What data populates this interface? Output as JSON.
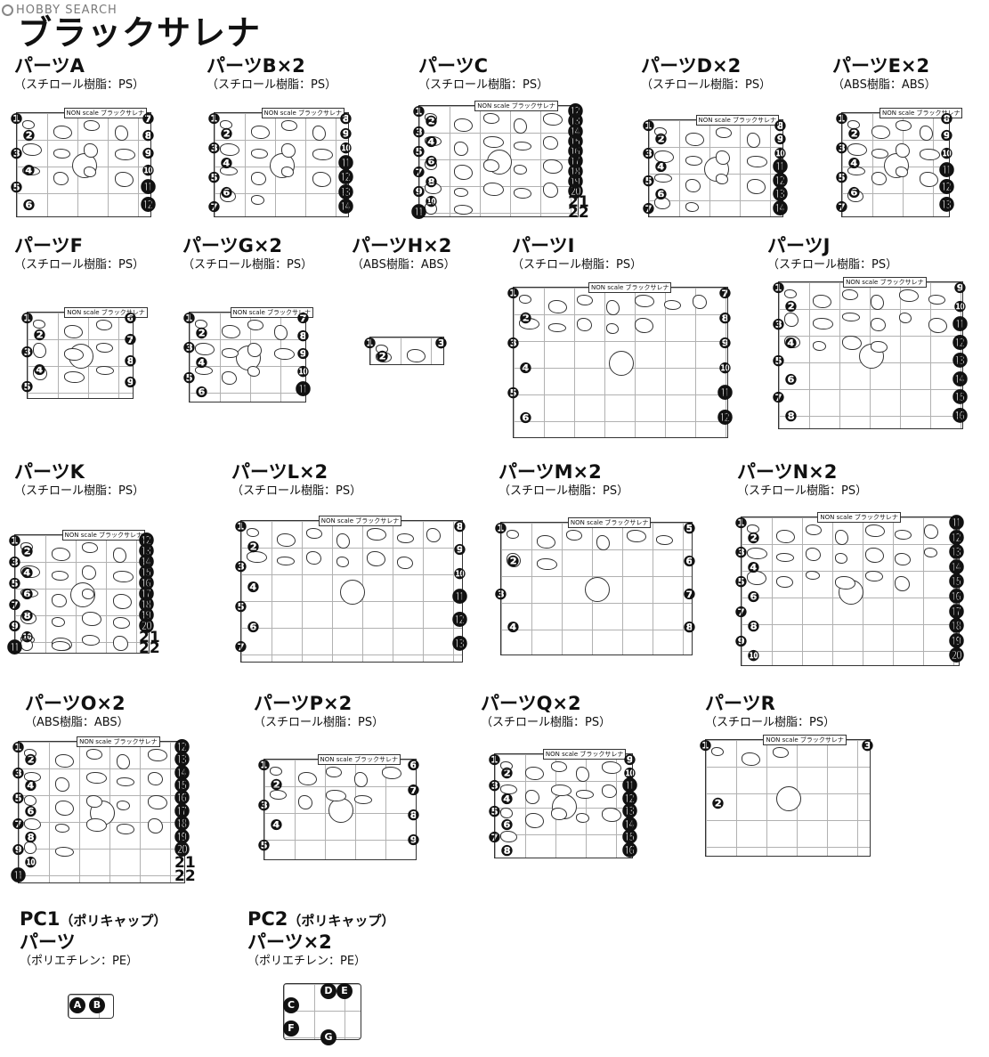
{
  "watermark": "HOBBY SEARCH",
  "title": "ブラックサレナ",
  "sections": [
    {
      "key": "A",
      "title": "パーツA",
      "material": "（スチロール樹脂：PS）",
      "count": 12
    },
    {
      "key": "B",
      "title": "パーツB×2",
      "material": "（スチロール樹脂：PS）",
      "count": 14
    },
    {
      "key": "C",
      "title": "パーツC",
      "material": "（スチロール樹脂：PS）",
      "count": 22
    },
    {
      "key": "D",
      "title": "パーツD×2",
      "material": "（スチロール樹脂：PS）",
      "count": 14
    },
    {
      "key": "E",
      "title": "パーツE×2",
      "material": "（ABS樹脂：ABS）",
      "count": 13
    },
    {
      "key": "F",
      "title": "パーツF",
      "material": "（スチロール樹脂：PS）",
      "count": 9
    },
    {
      "key": "G",
      "title": "パーツG×2",
      "material": "（スチロール樹脂：PS）",
      "count": 11
    },
    {
      "key": "H",
      "title": "パーツH×2",
      "material": "（ABS樹脂：ABS）",
      "count": 3
    },
    {
      "key": "I",
      "title": "パーツI",
      "material": "（スチロール樹脂：PS）",
      "count": 12
    },
    {
      "key": "J",
      "title": "パーツJ",
      "material": "（スチロール樹脂：PS）",
      "count": 16
    },
    {
      "key": "K",
      "title": "パーツK",
      "material": "（スチロール樹脂：PS）",
      "count": 22
    },
    {
      "key": "L",
      "title": "パーツL×2",
      "material": "（スチロール樹脂：PS）",
      "count": 13
    },
    {
      "key": "M",
      "title": "パーツM×2",
      "material": "（スチロール樹脂：PS）",
      "count": 8
    },
    {
      "key": "N",
      "title": "パーツN×2",
      "material": "（スチロール樹脂：PS）",
      "count": 20
    },
    {
      "key": "O",
      "title": "パーツO×2",
      "material": "（ABS樹脂：ABS）",
      "count": 22
    },
    {
      "key": "P",
      "title": "パーツP×2",
      "material": "（スチロール樹脂：PS）",
      "count": 9
    },
    {
      "key": "Q",
      "title": "パーツQ×2",
      "material": "（スチロール樹脂：PS）",
      "count": 16
    },
    {
      "key": "R",
      "title": "パーツR",
      "material": "（スチロール樹脂：PS）",
      "count": 3
    }
  ],
  "pc": [
    {
      "key": "PC1",
      "code": "PC1",
      "paren": "（ポリキャップ）",
      "title": "パーツ",
      "material": "（ポリエチレン：PE）",
      "labels": [
        "A",
        "B"
      ]
    },
    {
      "key": "PC2",
      "code": "PC2",
      "paren": "（ポリキャップ）",
      "title": "パーツ×2",
      "material": "（ポリエチレン：PE）",
      "labels": [
        "C",
        "D",
        "E",
        "F",
        "G"
      ]
    }
  ],
  "frame_tag": "NON scale",
  "frame_tag2": "ブラックサレナ"
}
